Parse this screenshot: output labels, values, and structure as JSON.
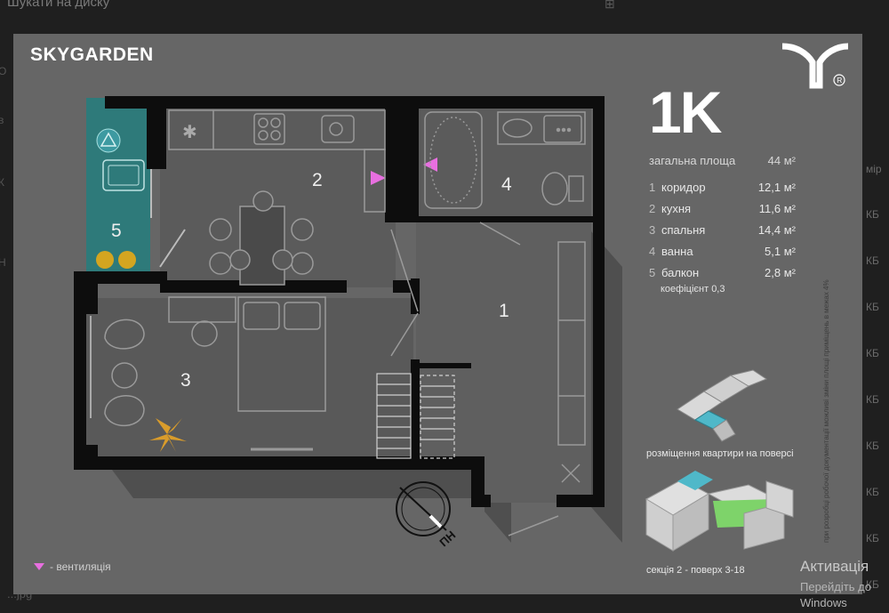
{
  "window": {
    "tab_title": "Шукати на диску",
    "bottom_file": "...jpg"
  },
  "brand": {
    "name": "SKYGARDEN"
  },
  "apartment": {
    "type": "1K",
    "total_label": "загальна площа",
    "total_value": "44 м²",
    "rooms": [
      {
        "num": "1",
        "name": "коридор",
        "area": "12,1 м²"
      },
      {
        "num": "2",
        "name": "кухня",
        "area": "11,6 м²"
      },
      {
        "num": "3",
        "name": "спальня",
        "area": "14,4 м²"
      },
      {
        "num": "4",
        "name": "ванна",
        "area": "5,1 м²"
      },
      {
        "num": "5",
        "name": "балкон",
        "area": "2,8 м²"
      }
    ],
    "coefficient": "коефіцієнт 0,3"
  },
  "plan_labels": {
    "r1": "1",
    "r2": "2",
    "r3": "3",
    "r4": "4",
    "r5": "5",
    "compass": "ПН"
  },
  "note_vertical": "при розробці робочої документації можливі зміни площі приміщень в межах 4%",
  "location": {
    "floor_caption": "розміщення квартири на поверсі",
    "section_caption": "секція 2 - поверх 3-18"
  },
  "legend": {
    "ventilation": "- вентиляція"
  },
  "overlay": {
    "line1": "Активація",
    "line2": "Перейдіть до",
    "line3": "Windows"
  },
  "right_strip_text": [
    "мір",
    "КБ",
    "КБ",
    "КБ",
    "КБ",
    "КБ",
    "КБ",
    "КБ",
    "КБ",
    "КБ"
  ],
  "colors": {
    "sheet_bg": "#666666",
    "wall": "#0d0d0d",
    "room_floor": "#595959",
    "balcony": "#2e7a7a",
    "vent": "#e86fe0",
    "accent_green": "#7ed36a",
    "accent_teal": "#4fb8c9"
  }
}
